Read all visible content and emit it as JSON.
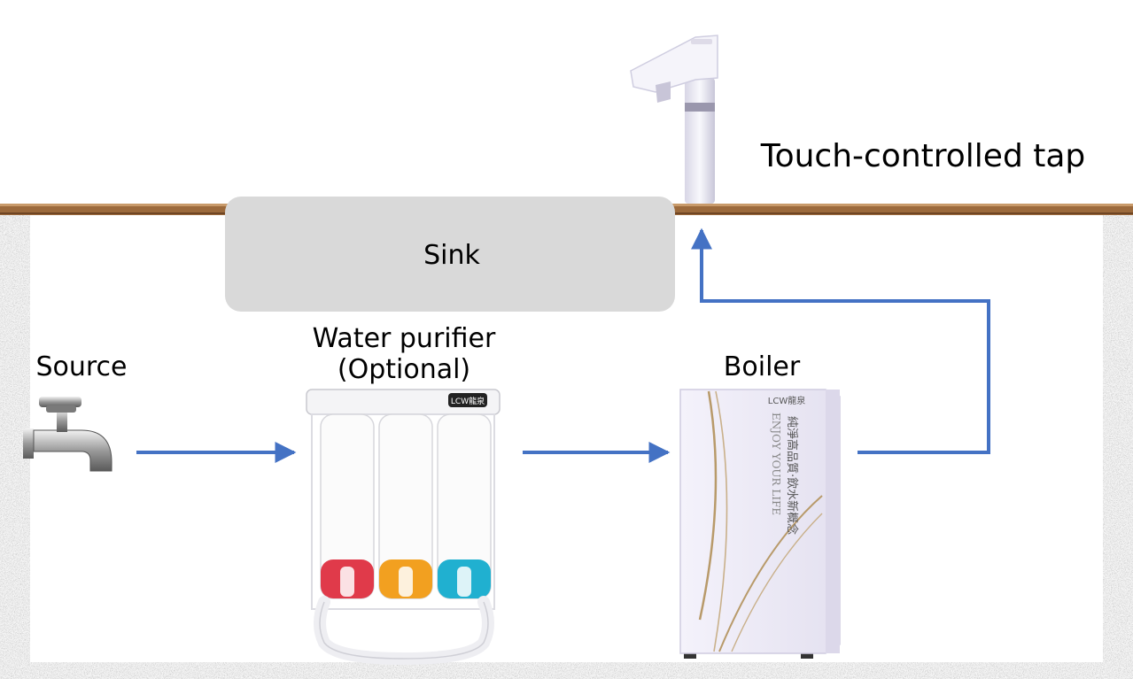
{
  "labels": {
    "tap": "Touch-controlled tap",
    "sink": "Sink",
    "purifier_line1": "Water purifier",
    "purifier_line2": "(Optional)",
    "source": "Source",
    "boiler": "Boiler"
  },
  "logos": {
    "brand": "LCW龍泉",
    "slogan": "ENJOY YOUR LIFE",
    "tagline": "純淨高品質‧飲水新概念"
  },
  "colors": {
    "arrow": "#4472c4",
    "countertop": "#9c6a3c",
    "sink": "#d9d9d9",
    "cabinet_wall": "#9a9a9a",
    "filter_red": "#e03a4a",
    "filter_orange": "#f2a020",
    "filter_cyan": "#20b0d0",
    "boiler_gold": "#b89a6a"
  },
  "icons": [
    "faucet-icon",
    "touch-tap-icon",
    "water-purifier-icon",
    "boiler-icon"
  ]
}
